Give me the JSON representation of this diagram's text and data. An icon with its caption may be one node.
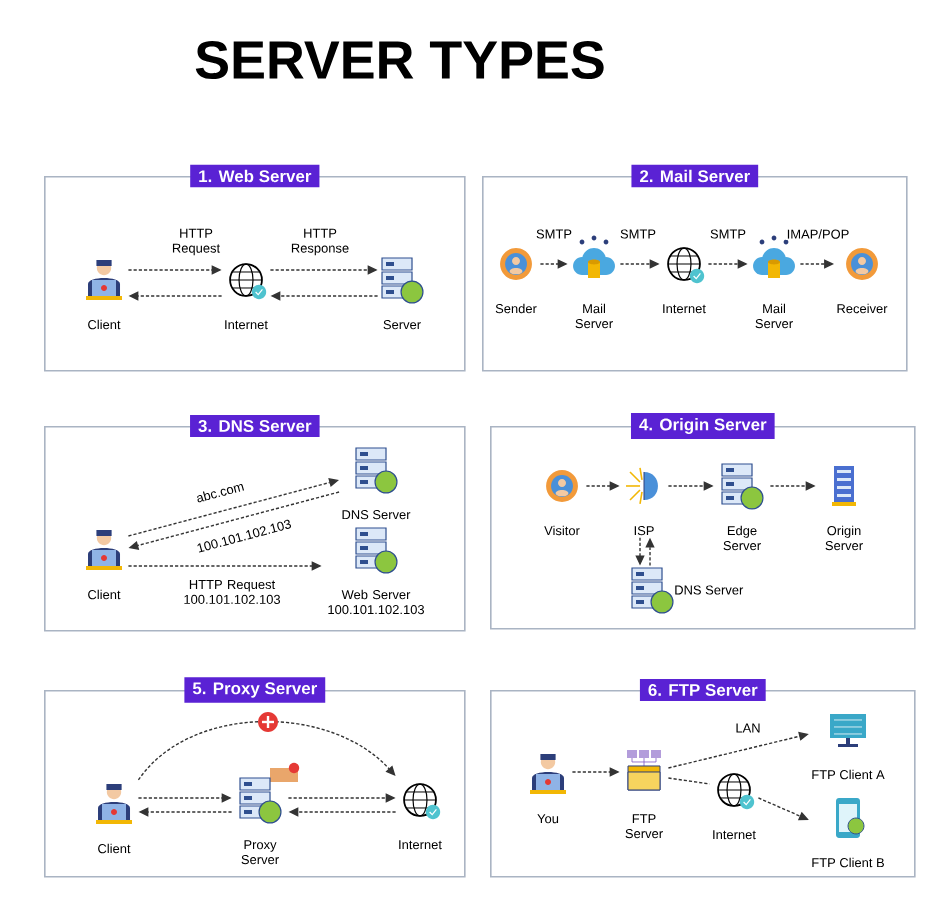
{
  "diagram": {
    "title": "SERVER TYPES",
    "nodes": [
      {
        "text": [
          "1. Web Server"
        ]
      },
      {
        "text": [
          "Client"
        ],
        "in": 0
      },
      {
        "text": [
          "Internet"
        ],
        "in": 0
      },
      {
        "text": [
          "Server"
        ],
        "in": 0
      },
      {
        "text": [
          "2. Mail Server"
        ]
      },
      {
        "text": [
          "Sender"
        ],
        "in": 4
      },
      {
        "text": [
          "Mail Server"
        ],
        "in": 4
      },
      {
        "text": [
          "Internet"
        ],
        "in": 4
      },
      {
        "text": [
          "Mail Server"
        ],
        "in": 4
      },
      {
        "text": [
          "Receiver"
        ],
        "in": 4
      },
      {
        "text": [
          "3. DNS Server"
        ]
      },
      {
        "text": [
          "DNS Server"
        ],
        "in": 10
      },
      {
        "text": [
          "Client"
        ],
        "in": 10
      },
      {
        "text": [
          "Web Server 100.101.102.103"
        ],
        "in": 10
      },
      {
        "text": [
          "4. Origin Server"
        ]
      },
      {
        "text": [
          "Visitor"
        ],
        "in": 14
      },
      {
        "text": [
          "ISP"
        ],
        "in": 14
      },
      {
        "text": [
          "Edge Server"
        ],
        "in": 14
      },
      {
        "text": [
          "Origin Server"
        ],
        "in": 14
      },
      {
        "text": [
          "DNS Server"
        ],
        "in": 14
      },
      {
        "text": [
          "5. Proxy Server"
        ]
      },
      {
        "text": [
          "Client"
        ],
        "in": 20
      },
      {
        "text": [
          "Proxy Server"
        ],
        "in": 20
      },
      {
        "text": [
          "Internet"
        ],
        "in": 20
      },
      {
        "text": [
          "6. FTP Server"
        ]
      },
      {
        "text": [
          "You"
        ],
        "in": 24
      },
      {
        "text": [
          "FTP Server"
        ],
        "in": 24
      },
      {
        "text": [
          "Internet"
        ],
        "in": 24
      },
      {
        "text": [
          "FTP Client A"
        ],
        "in": 24
      },
      {
        "text": [
          "FTP Client B"
        ],
        "in": 24
      }
    ],
    "edges": [
      {
        "from": 1,
        "to": 2,
        "arrow": "to",
        "label": "HTTP Request"
      },
      {
        "from": 2,
        "to": 1,
        "arrow": "to"
      },
      {
        "from": 2,
        "to": 3,
        "arrow": "to",
        "label": "HTTP Response"
      },
      {
        "from": 3,
        "to": 2,
        "arrow": "to"
      },
      {
        "from": 5,
        "to": 6,
        "arrow": "to",
        "label": "SMTP"
      },
      {
        "from": 6,
        "to": 7,
        "arrow": "to",
        "label": "SMTP"
      },
      {
        "from": 7,
        "to": 8,
        "arrow": "to",
        "label": "SMTP"
      },
      {
        "from": 8,
        "to": 9,
        "arrow": "to",
        "label": "IMAP/POP"
      },
      {
        "from": 12,
        "to": 11,
        "arrow": "to",
        "label": "abc.com"
      },
      {
        "from": 11,
        "to": 12,
        "arrow": "to",
        "label": "100.101.102.103"
      },
      {
        "from": 12,
        "to": 13,
        "arrow": "to",
        "label": "HTTP Request 100.101.102.103"
      },
      {
        "from": 15,
        "to": 16,
        "arrow": "to"
      },
      {
        "from": 16,
        "to": 17,
        "arrow": "to"
      },
      {
        "from": 17,
        "to": 18,
        "arrow": "to"
      },
      {
        "from": 16,
        "to": 19,
        "arrow": "to"
      },
      {
        "from": 19,
        "to": 16,
        "arrow": "to"
      },
      {
        "from": 21,
        "to": 22,
        "arrow": "to"
      },
      {
        "from": 22,
        "to": 21,
        "arrow": "to"
      },
      {
        "from": 22,
        "to": 23,
        "arrow": "to"
      },
      {
        "from": 23,
        "to": 22,
        "arrow": "to"
      },
      {
        "from": 21,
        "to": 23,
        "arrow": "to"
      },
      {
        "from": 25,
        "to": 26,
        "arrow": "to"
      },
      {
        "from": 26,
        "to": 28,
        "arrow": "to",
        "label": "LAN"
      },
      {
        "from": 26,
        "to": 27,
        "arrow": "none"
      },
      {
        "from": 27,
        "to": 29,
        "arrow": "to"
      }
    ]
  }
}
